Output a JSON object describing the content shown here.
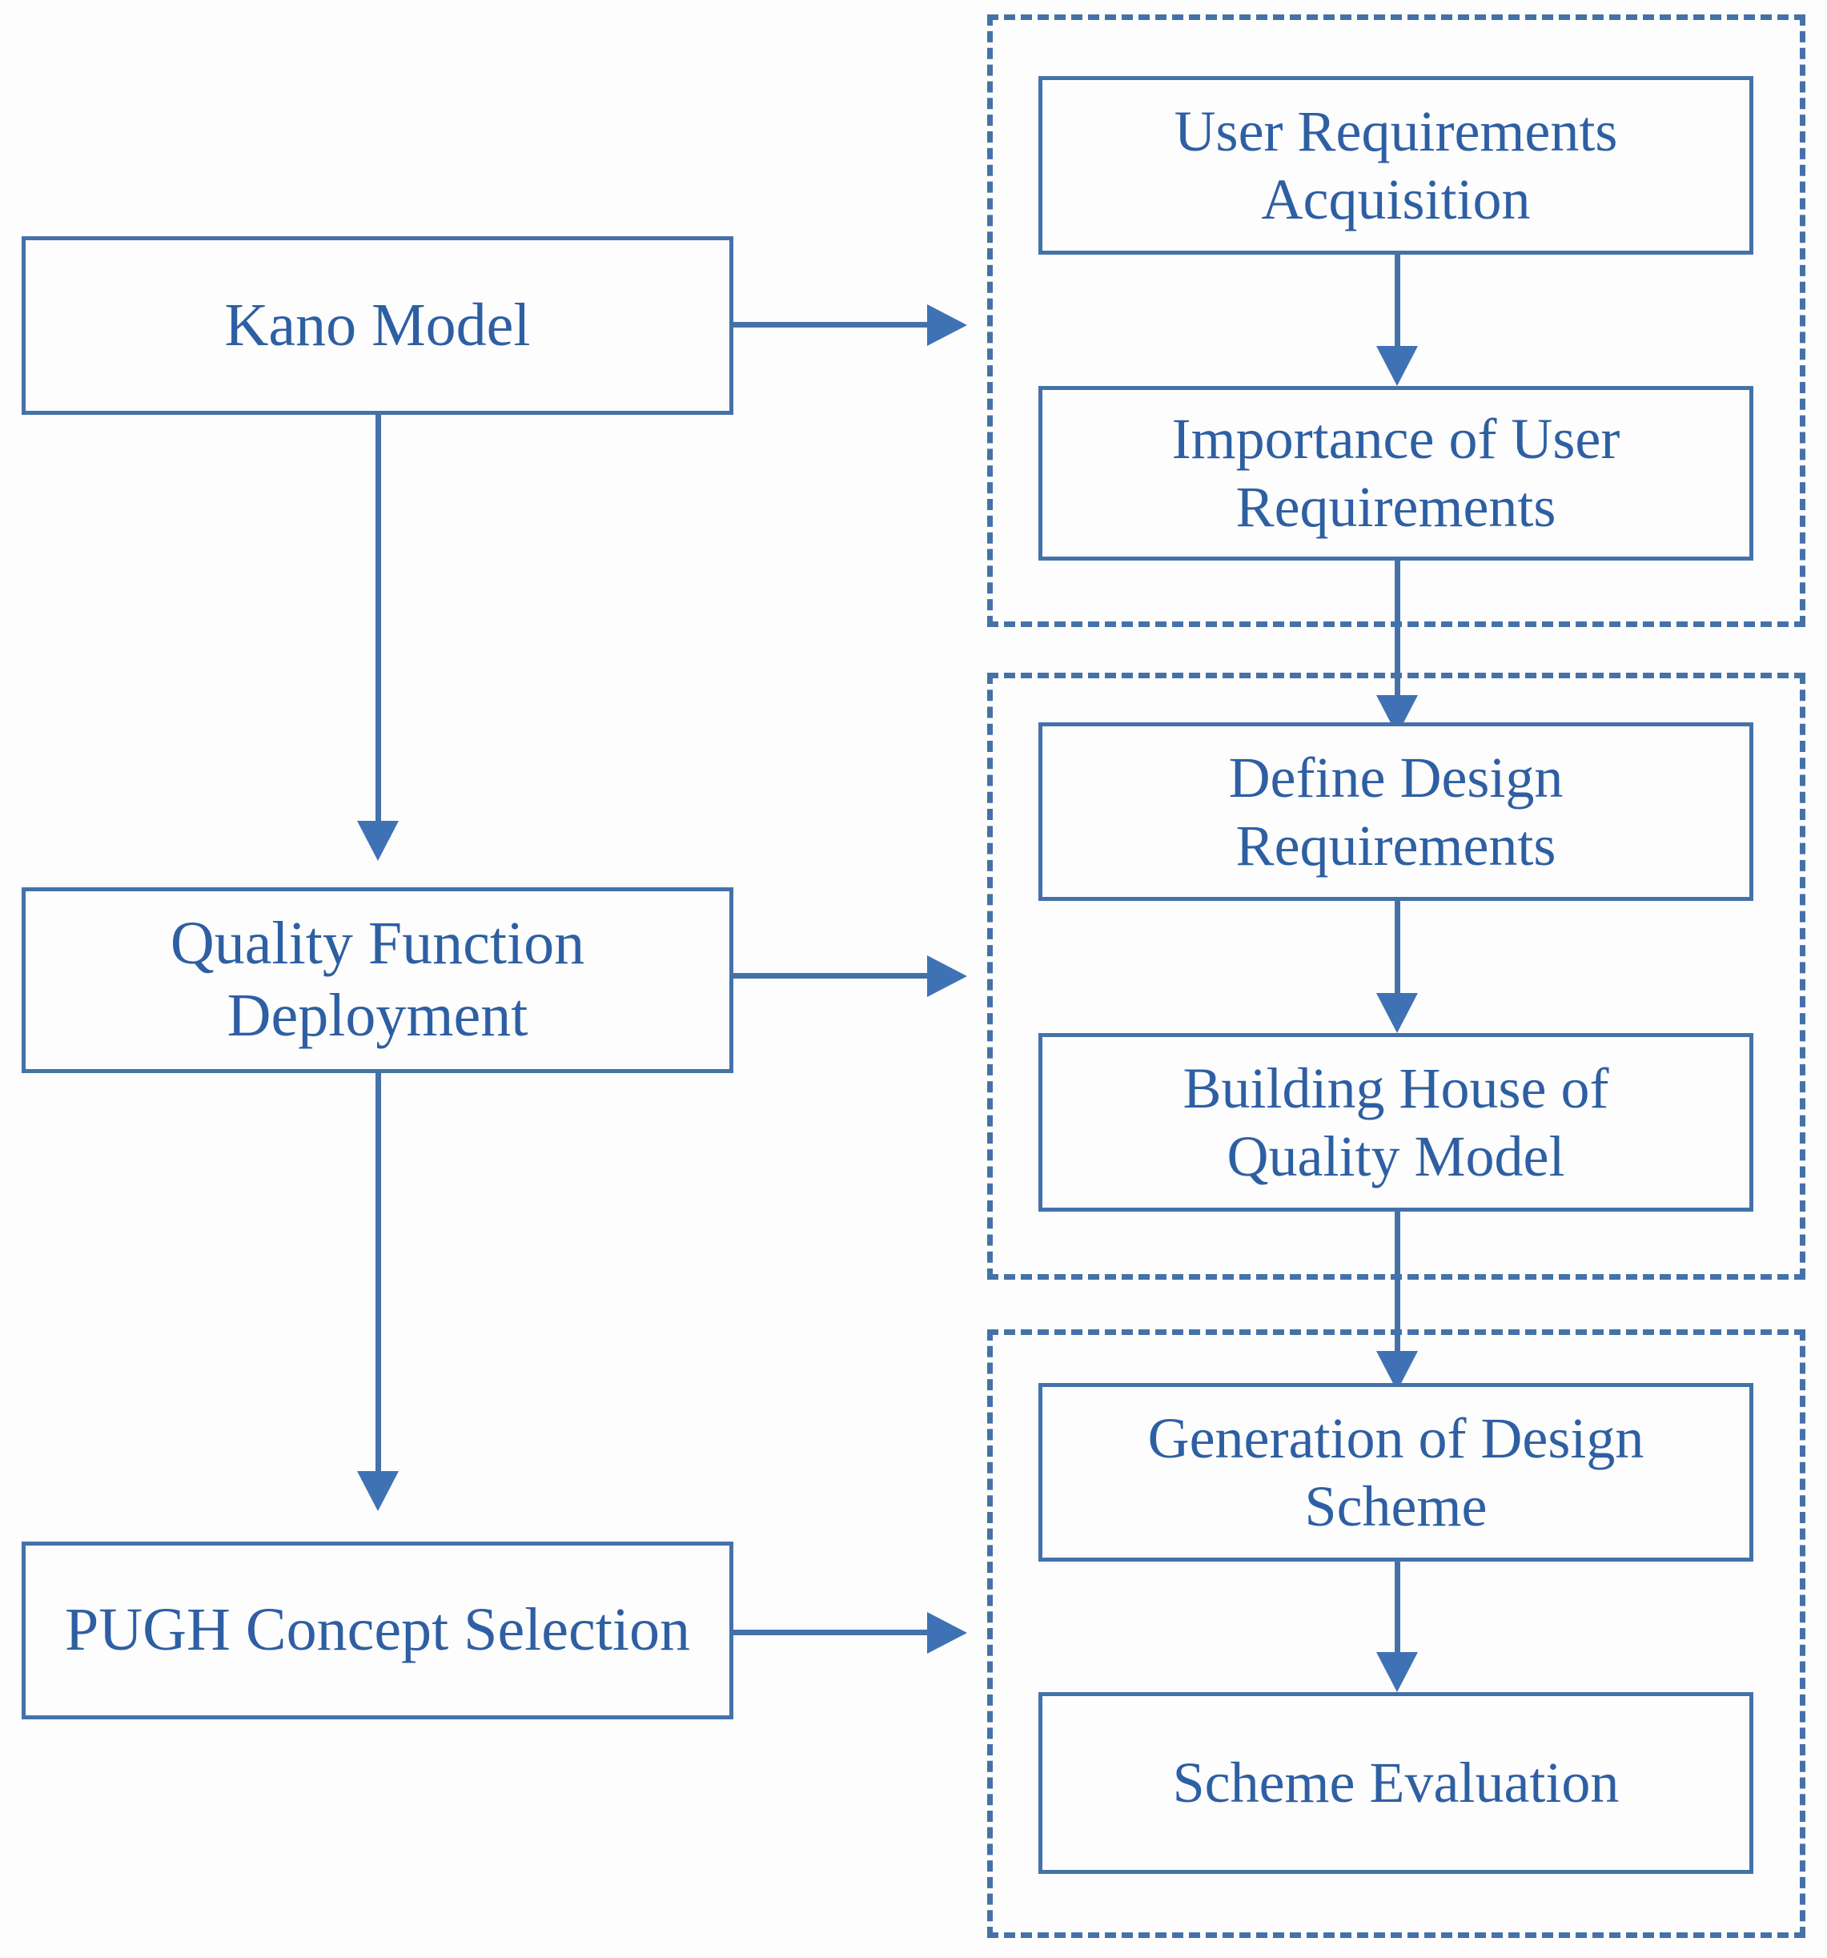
{
  "diagram": {
    "type": "flowchart",
    "title": "Kano-QFD-PUGH design methodology flowchart",
    "colors": {
      "stroke": "#4472a8",
      "text": "#2e5fa3",
      "arrow": "#3f72b5",
      "background": "#fdfdfd"
    },
    "left_column": {
      "nodes": [
        {
          "id": "kano-model",
          "label": "Kano Model"
        },
        {
          "id": "quality-function-deployment",
          "label": "Quality Function\nDeployment"
        },
        {
          "id": "pugh-concept-selection",
          "label": "PUGH Concept Selection"
        }
      ]
    },
    "right_column": {
      "groups": [
        {
          "id": "group-requirements",
          "nodes": [
            {
              "id": "user-requirements-acquisition",
              "label": "User Requirements\nAcquisition"
            },
            {
              "id": "importance-of-user-requirements",
              "label": "Importance of User\nRequirements"
            }
          ]
        },
        {
          "id": "group-design-requirements",
          "nodes": [
            {
              "id": "define-design-requirements",
              "label": "Define Design\nRequirements"
            },
            {
              "id": "building-house-of-quality-model",
              "label": "Building House of\nQuality Model"
            }
          ]
        },
        {
          "id": "group-scheme",
          "nodes": [
            {
              "id": "generation-of-design-scheme",
              "label": "Generation of Design\nScheme"
            },
            {
              "id": "scheme-evaluation",
              "label": "Scheme Evaluation"
            }
          ]
        }
      ]
    },
    "connections": [
      {
        "from": "kano-model",
        "to": "group-requirements",
        "style": "arrow-right"
      },
      {
        "from": "kano-model",
        "to": "quality-function-deployment",
        "style": "arrow-down"
      },
      {
        "from": "quality-function-deployment",
        "to": "group-design-requirements",
        "style": "arrow-right"
      },
      {
        "from": "quality-function-deployment",
        "to": "pugh-concept-selection",
        "style": "arrow-down"
      },
      {
        "from": "pugh-concept-selection",
        "to": "group-scheme",
        "style": "arrow-right"
      },
      {
        "from": "user-requirements-acquisition",
        "to": "importance-of-user-requirements",
        "style": "arrow-down"
      },
      {
        "from": "importance-of-user-requirements",
        "to": "define-design-requirements",
        "style": "arrow-down"
      },
      {
        "from": "define-design-requirements",
        "to": "building-house-of-quality-model",
        "style": "arrow-down"
      },
      {
        "from": "building-house-of-quality-model",
        "to": "generation-of-design-scheme",
        "style": "arrow-down"
      },
      {
        "from": "generation-of-design-scheme",
        "to": "scheme-evaluation",
        "style": "arrow-down"
      }
    ]
  }
}
